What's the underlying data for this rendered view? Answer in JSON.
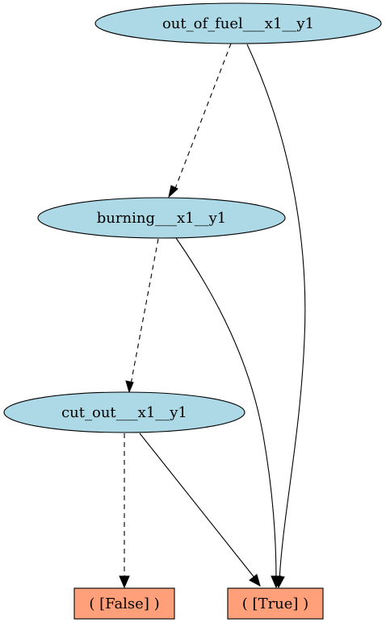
{
  "colors": {
    "variable_node_fill": "#add8e6",
    "terminal_node_fill": "#ffa07a",
    "edge_stroke": "#000000"
  },
  "nodes": [
    {
      "id": "out_of_fuel",
      "label": "out_of_fuel___x1__y1",
      "kind": "variable"
    },
    {
      "id": "burning",
      "label": "burning___x1__y1",
      "kind": "variable"
    },
    {
      "id": "cut_out",
      "label": "cut_out___x1__y1",
      "kind": "variable"
    }
  ],
  "terminals": [
    {
      "id": "false",
      "label": "( [False] )"
    },
    {
      "id": "true",
      "label": "( [True] )"
    }
  ],
  "edges": [
    {
      "from": "out_of_fuel",
      "to": "burning",
      "style": "dashed"
    },
    {
      "from": "out_of_fuel",
      "to": "true",
      "style": "solid"
    },
    {
      "from": "burning",
      "to": "cut_out",
      "style": "dashed"
    },
    {
      "from": "burning",
      "to": "true",
      "style": "solid"
    },
    {
      "from": "cut_out",
      "to": "false",
      "style": "dashed"
    },
    {
      "from": "cut_out",
      "to": "true",
      "style": "solid"
    }
  ]
}
